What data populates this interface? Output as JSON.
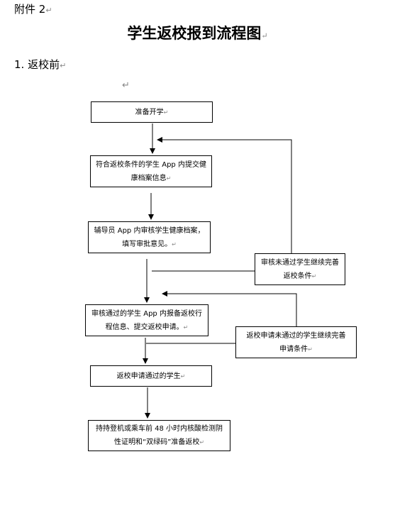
{
  "header": {
    "attachment": "附件 2",
    "title": "学生返校报到流程图",
    "section": "1. 返校前"
  },
  "marks": {
    "paragraph": "↵",
    "tab": "↵"
  },
  "flow": {
    "step1": "准备开学",
    "step2": "符合返校条件的学生 App 内提交健康档案信息",
    "step3": "辅导员 App 内审核学生健康档案，填写审批意见。",
    "reject1": "审核未通过学生继续完善返校条件",
    "step4": "审核通过的学生 App 内报备返校行程信息、提交返校申请。",
    "reject2": "返校申请未通过的学生继续完善申请条件",
    "step5": "返校申请通过的学生",
    "step6": "持持登机或乘车前 48 小时内核酸检测阴性证明和“双绿码”准备返校"
  }
}
